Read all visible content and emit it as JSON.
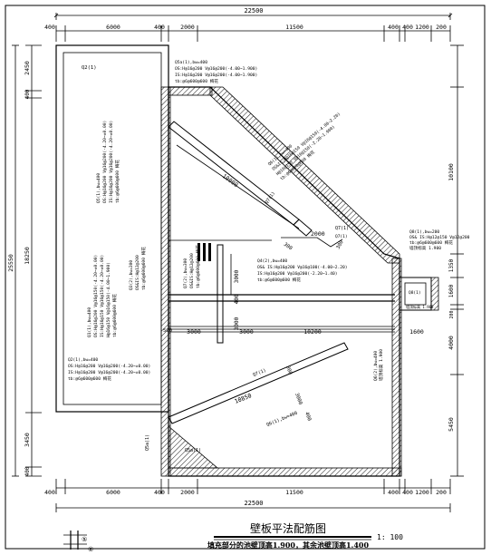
{
  "dims": {
    "top_total": "22500",
    "top_segments": [
      "400",
      "6000",
      "400",
      "2000",
      "11500",
      "400",
      "400",
      "1200",
      "200"
    ],
    "bottom_total": "22500",
    "bottom_segments": [
      "400",
      "6000",
      "400",
      "2000",
      "11500",
      "400",
      "400",
      "1200",
      "200"
    ],
    "left_total": "25550",
    "left_segments": [
      "2450",
      "400",
      "18250",
      "3450",
      "400"
    ],
    "right_segments": [
      "10100",
      "1350",
      "1600",
      "200",
      "4000",
      "5450"
    ]
  },
  "labels": {
    "q2_top": "Q2(1)",
    "q5a_top_title": "Q5a(1),bw=400",
    "q5a_top_os": "OS:H@16@200 V@16@200(-4.00~1.900)",
    "q5a_top_is": "IS:H@16@200 V@16@200(-4.00~1.900)",
    "q5a_top_tb": "tb:@6@600@600 梅花",
    "q5_vert_1": "Q5(1),bw=400",
    "q5_vert_2": "OS:H@16@200 V@16@200(-4.20~±0.00)",
    "q5_vert_3": "IS:H@16@200 V@16@200(-4.20~±0.00)",
    "q5_vert_4": "tb:@6@600@600 梅花",
    "q6_diag_1": "Q6(1),bw=400",
    "q6_diag_2": "OS&IS:H@16@150 V@16@150(-4.00~2.20)",
    "q6_diag_3": "H@16@150 V@16@150(-2.20~1.900)",
    "q6_diag_4": "tb:@6@600@600 梅花",
    "q1_vert_1": "Q1(1),bw=400",
    "q1_vert_2": "OS:H@16@200 V@16@150(-4.20~±0.00)",
    "q1_vert_3": "IS:H@16@150 V@16@150(-4.20~±0.00)",
    "q1_vert_4": "H@16@150 V@16@150(-4.00~1.900)",
    "q1_vert_5": "tb:@6@600@600 梅花",
    "q3_vert_1": "Q3(2),bw=300",
    "q3_vert_2": "OS&IS:H@12@200",
    "q3_vert_3": "tb:@6@600@600 梅花",
    "q7_2_vert_1": "Q7(2),bw=300",
    "q7_2_vert_2": "OS&IS:H@12@200",
    "q7_2_vert_3": "tb:@6@600@600 梅花",
    "q4_1": "Q4(2),bw=400",
    "q4_2": "OS& IS:H@16@200 V@16@100(-4.00~2.20)",
    "q4_3": "IS:H@16@200 V@16@200(-2.20~1.40)",
    "q4_4": "tb:@6@600@600 梅花",
    "q8_1": "Q8(1),bw=200",
    "q8_2": "OS& IS:H@12@150 V@12@200",
    "q8_3": "tb:@6@600@600 梅花",
    "q8_4": "墙顶标高 1.900",
    "q8_small": "Q8(1)",
    "q8_small_2": "墙顶标高 1.900",
    "q2_bot_1": "Q2(1),bw=400",
    "q2_bot_2": "OS:H@16@200 V@16@200(-4.20~±0.00)",
    "q2_bot_3": "IS:H@16@200 V@16@200(-4.20~±0.00)",
    "q2_bot_4": "tb:@6@600@600 梅花",
    "q7_1_a": "Q7(1)",
    "q7_1_b": "Q7(1)",
    "q7_1_c": "Q7(1)",
    "q6_bot": "Q6(1),bw=400",
    "q5a_left": "Q5a(1)",
    "q5a_bot": "Q5a(1)",
    "qxx_right_1": "Q6(2),bw=400",
    "qxx_right_2": "墙顶标高 1.900",
    "q7_small_r": "Q7(1)",
    "dim_10000": "10000",
    "dim_2000": "2000",
    "dim_3000_v": "3000",
    "dim_400_v": "400",
    "dim_3000_v2": "3000",
    "dim_300_a": "300",
    "dim_300_b": "300",
    "dim_500": "500",
    "dim_3000_h": "3000",
    "dim_3000_h2": "3000",
    "dim_10200": "10200",
    "dim_1600": "1600",
    "dim_10850": "10850",
    "dim_300_c": "300",
    "dim_3000_d": "3000",
    "dim_400_d": "400"
  },
  "title": {
    "main": "壁板平法配筋图",
    "scale": "1: 100",
    "note": "填充部分的池壁顶高1.900，其余池壁顶高1.400"
  },
  "detail": {
    "label_a": "⑤",
    "label_b": "⑥"
  }
}
